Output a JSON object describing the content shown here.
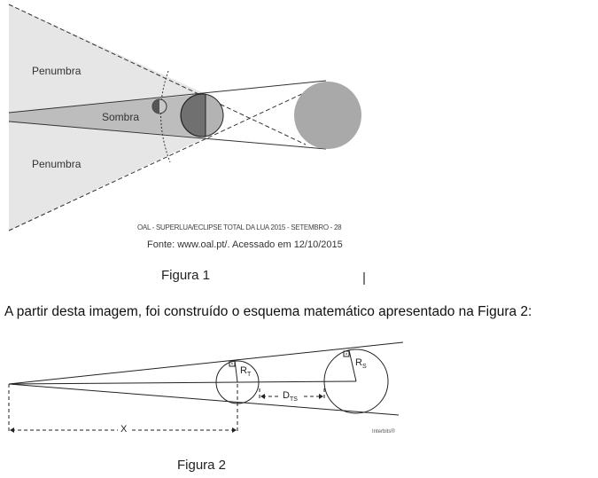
{
  "figure1": {
    "penumbra_top": "Penumbra",
    "penumbra_bottom": "Penumbra",
    "umbra": "Sombra",
    "source_title": "OAL - SUPERLUA/ECLIPSE TOTAL DA LUA 2015 - SETEMBRO - 28",
    "source": "Fonte: www.oal.pt/. Acessado em 12/10/2015",
    "caption": "Figura 1"
  },
  "question_text": "A partir desta imagem, foi construído o esquema matemático apresentado na Figura 2:",
  "figure2": {
    "rt_label": "R",
    "rt_sub": "T",
    "rs_label": "R",
    "rs_sub": "S",
    "dts_label": "D",
    "dts_sub": "TS",
    "x_label": "X",
    "credit": "Interbits®",
    "caption": "Figura 2"
  }
}
